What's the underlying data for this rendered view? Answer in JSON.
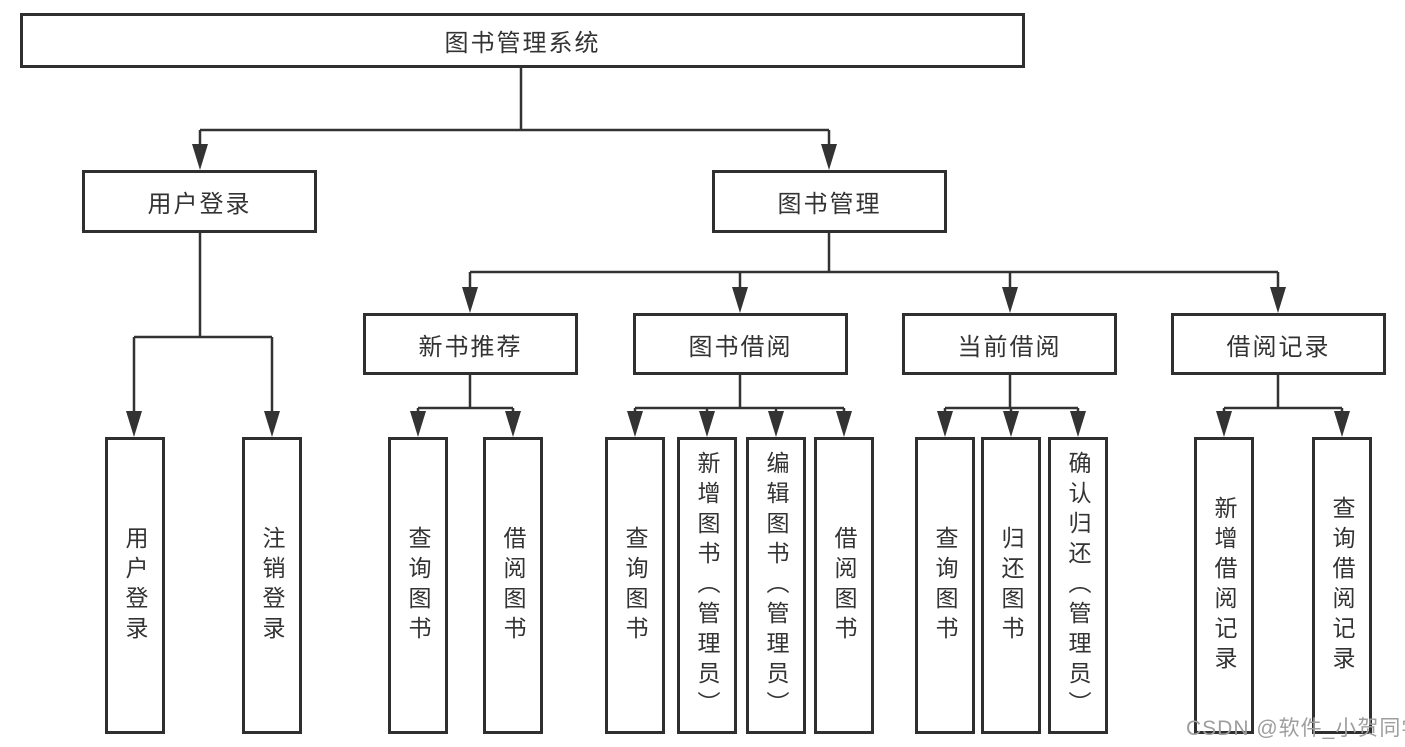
{
  "diagram": {
    "title": "图书管理系统",
    "nodes": {
      "root": "图书管理系统",
      "user_login": "用户登录",
      "book_mgmt": "图书管理",
      "new_book": "新书推荐",
      "book_borrow": "图书借阅",
      "current_borrow": "当前借阅",
      "borrow_records": "借阅记录",
      "leaves": {
        "user_login": "用户登录",
        "logout": "注销登录",
        "nb_query": "查询图书",
        "nb_borrow": "借阅图书",
        "bb_query": "查询图书",
        "bb_add": "新增图书（管理员）",
        "bb_edit": "编辑图书（管理员）",
        "bb_borrow": "借阅图书",
        "cb_query": "查询图书",
        "cb_return": "归还图书",
        "cb_confirm": "确认归还（管理员）",
        "br_add": "新增借阅记录",
        "br_query": "查询借阅记录"
      }
    },
    "colors": {
      "line": "#333333",
      "box_border": "#2f2f2f",
      "box_background": "#ffffff",
      "text": "#333333",
      "watermark": "#9e9e9e"
    }
  },
  "watermark": "CSDN @软件_小贺同学"
}
